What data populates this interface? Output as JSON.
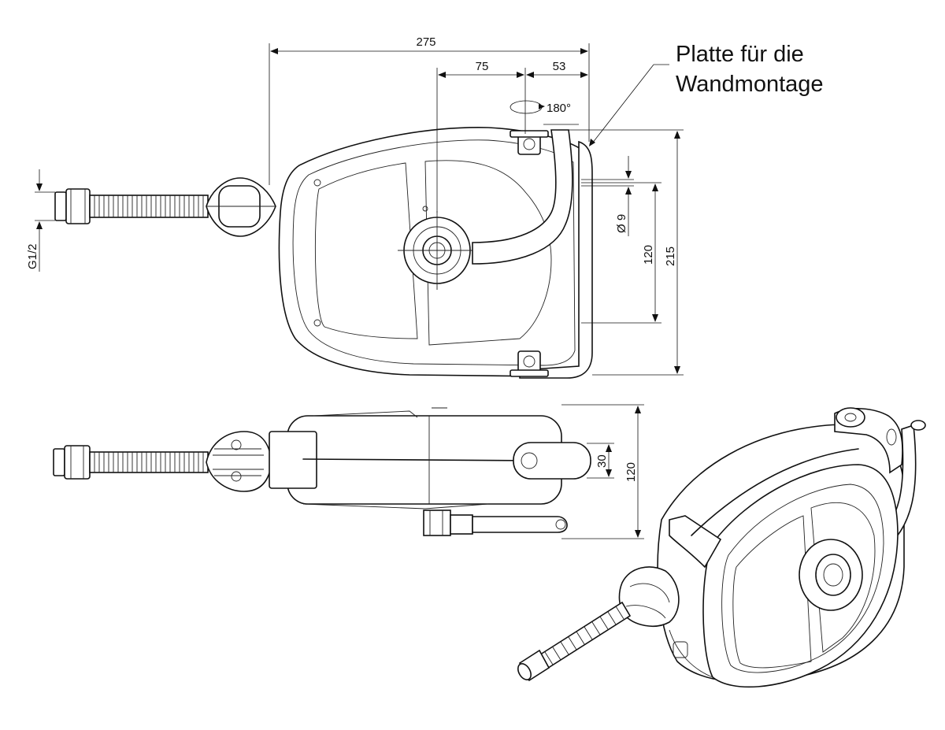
{
  "annotation": {
    "line1": "Platte für die",
    "line2": "Wandmontage"
  },
  "dimensions": {
    "overall_width": "275",
    "w75": "75",
    "w53": "53",
    "rotation": "180°",
    "thread": "G1/2",
    "hole_dia": "Ø 9",
    "hole_spacing": "120",
    "overall_height": "215",
    "slot_width": "30",
    "depth": "120"
  }
}
